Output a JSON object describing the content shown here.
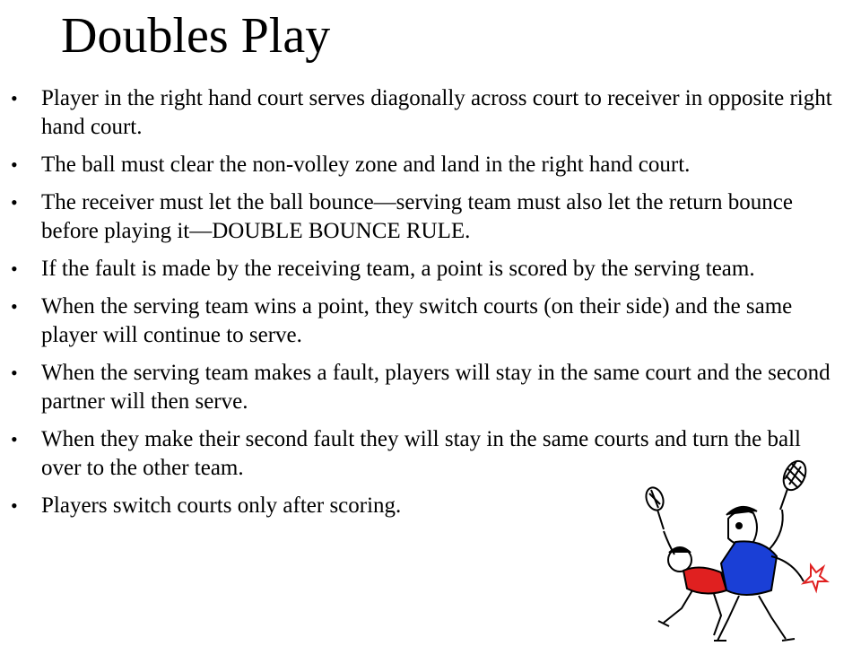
{
  "slide": {
    "title": "Doubles Play",
    "bullets": [
      "Player in the right hand court serves diagonally across court to receiver in opposite right hand court.",
      "The ball must clear the non-volley zone and land in the right hand court.",
      "The receiver must let the ball bounce—serving team must also let the return bounce before playing it—DOUBLE BOUNCE RULE.",
      "If the fault is made by the receiving team, a point is scored by the serving team.",
      "When the serving team wins a point, they switch courts (on their side) and the same player will continue to serve.",
      "When the serving team makes a fault, players will stay  in the same court and the second partner will then serve.",
      "When they make their second fault they will stay in the same courts and turn the ball over to the other team.",
      "Players switch courts only after scoring."
    ],
    "bullet_symbol": "•"
  },
  "clipart": {
    "icon": "doubles-players-icon",
    "colors": {
      "shirt_front": "#1a3fd6",
      "shirt_back": "#e02020",
      "outline": "#000000",
      "spark": "#e02020"
    }
  }
}
